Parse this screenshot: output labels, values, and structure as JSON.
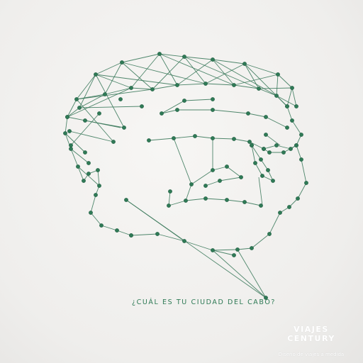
{
  "scene": {
    "description_colors": {
      "background": "#f1f0ee",
      "thread": "#3c7a5c",
      "pin": "#2f7a56"
    }
  },
  "headline": "¿CUÁL ES TU CIUDAD DEL CABO?",
  "brand": {
    "name": "VIAJES CENTURY",
    "tagline": "Diseño de viajes a medida"
  }
}
